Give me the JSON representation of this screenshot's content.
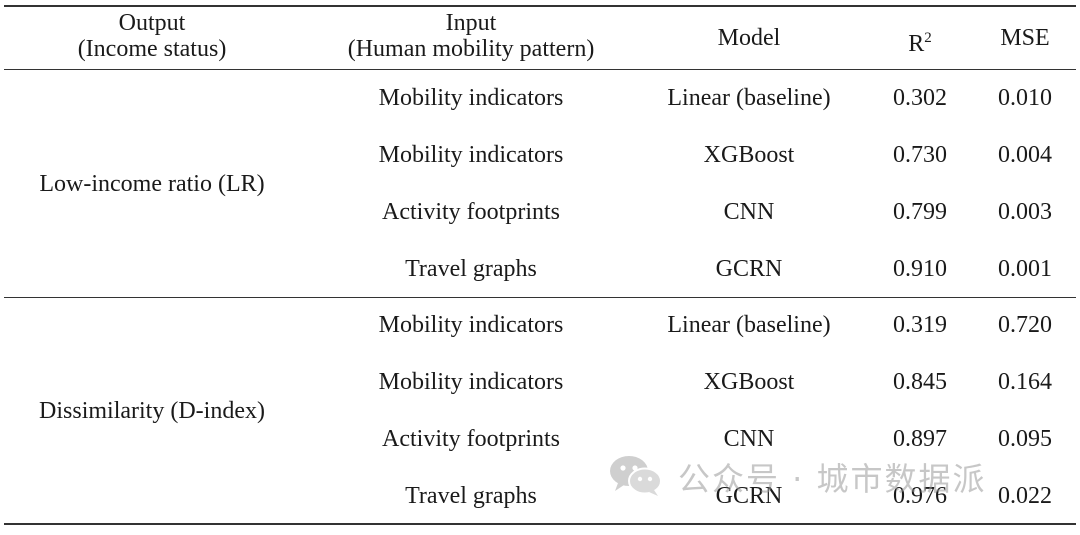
{
  "table": {
    "headers": {
      "output_line1": "Output",
      "output_line2": "(Income status)",
      "input_line1": "Input",
      "input_line2": "(Human mobility pattern)",
      "model": "Model",
      "r2_base": "R",
      "r2_sup": "2",
      "mse": "MSE"
    },
    "groups": [
      {
        "output": "Low-income ratio (LR)",
        "rows": [
          {
            "input": "Mobility indicators",
            "model": "Linear (baseline)",
            "r2": "0.302",
            "mse": "0.010"
          },
          {
            "input": "Mobility indicators",
            "model": "XGBoost",
            "r2": "0.730",
            "mse": "0.004"
          },
          {
            "input": "Activity footprints",
            "model": "CNN",
            "r2": "0.799",
            "mse": "0.003"
          },
          {
            "input": "Travel graphs",
            "model": "GCRN",
            "r2": "0.910",
            "mse": "0.001"
          }
        ]
      },
      {
        "output": "Dissimilarity (D-index)",
        "rows": [
          {
            "input": "Mobility indicators",
            "model": "Linear (baseline)",
            "r2": "0.319",
            "mse": "0.720"
          },
          {
            "input": "Mobility indicators",
            "model": "XGBoost",
            "r2": "0.845",
            "mse": "0.164"
          },
          {
            "input": "Activity footprints",
            "model": "CNN",
            "r2": "0.897",
            "mse": "0.095"
          },
          {
            "input": "Travel graphs",
            "model": "GCRN",
            "r2": "0.976",
            "mse": "0.022"
          }
        ]
      }
    ]
  },
  "watermark": {
    "icon": "wechat-icon",
    "text": "公众号 · 城市数据派"
  }
}
